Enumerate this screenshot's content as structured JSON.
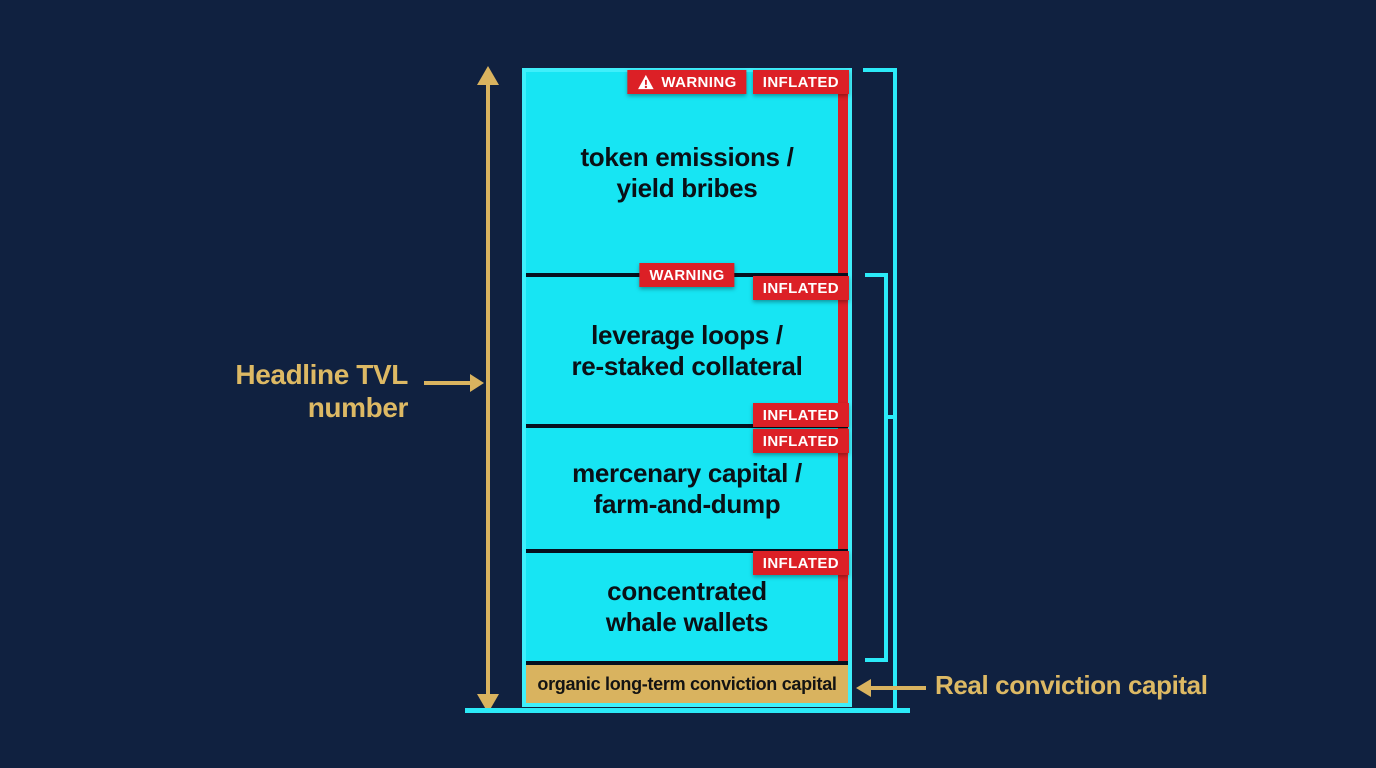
{
  "annotations": {
    "headline": {
      "line1": "Headline TVL",
      "line2": "number"
    },
    "real_capital": {
      "label": "Real conviction capital"
    }
  },
  "badge_labels": {
    "warning": "WARNING",
    "inflated": "INFLATED"
  },
  "stack": {
    "segments": [
      {
        "id": "token-emissions",
        "line1": "token emissions /",
        "line2": "yield bribes"
      },
      {
        "id": "leverage-loops",
        "line1": "leverage loops /",
        "line2": "re-staked collateral"
      },
      {
        "id": "mercenary-capital",
        "line1": "mercenary capital /",
        "line2": "farm-and-dump"
      },
      {
        "id": "whale-wallets",
        "line1": "concentrated",
        "line2": "whale wallets"
      }
    ],
    "base": {
      "label": "organic long-term conviction capital"
    }
  },
  "icons": {
    "warning_triangle": "warning-triangle-icon"
  },
  "colors": {
    "background": "#102140",
    "bar_fill": "#17e5f3",
    "bar_border": "#3feffb",
    "guide_line": "#2beaf8",
    "alert_red": "#dc2026",
    "gold": "#d9b35f",
    "gold_text": "#ddb964",
    "divider": "#06101e",
    "segment_text": "#0a1016",
    "badge_text": "#ffffff"
  }
}
